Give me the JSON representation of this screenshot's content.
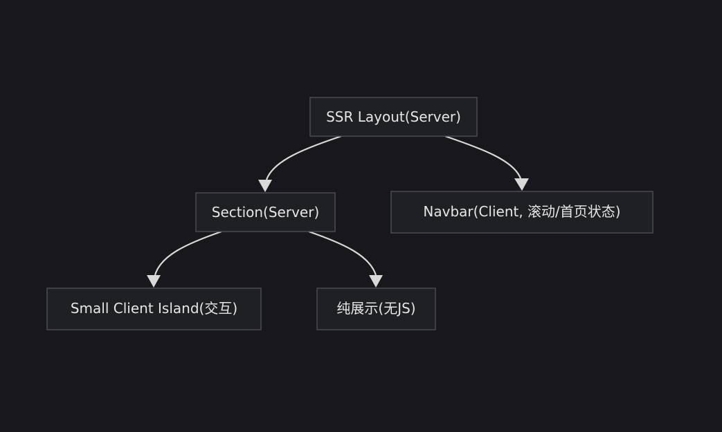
{
  "diagram": {
    "type": "flowchart",
    "direction": "top-down",
    "colors": {
      "background": "#18181c",
      "node_fill": "#1f2023",
      "node_border": "#4a4b52",
      "text": "#e6e6e6",
      "edge": "#d9d9d9"
    },
    "nodes": [
      {
        "id": "ssr_layout",
        "label": "SSR Layout(Server)"
      },
      {
        "id": "section",
        "label": "Section(Server)"
      },
      {
        "id": "navbar",
        "label": "Navbar(Client, 滚动/首页状态)"
      },
      {
        "id": "small_island",
        "label": "Small Client Island(交互)"
      },
      {
        "id": "static_display",
        "label": "纯展示(无JS)"
      }
    ],
    "edges": [
      {
        "from": "ssr_layout",
        "to": "section"
      },
      {
        "from": "ssr_layout",
        "to": "navbar"
      },
      {
        "from": "section",
        "to": "small_island"
      },
      {
        "from": "section",
        "to": "static_display"
      }
    ]
  }
}
